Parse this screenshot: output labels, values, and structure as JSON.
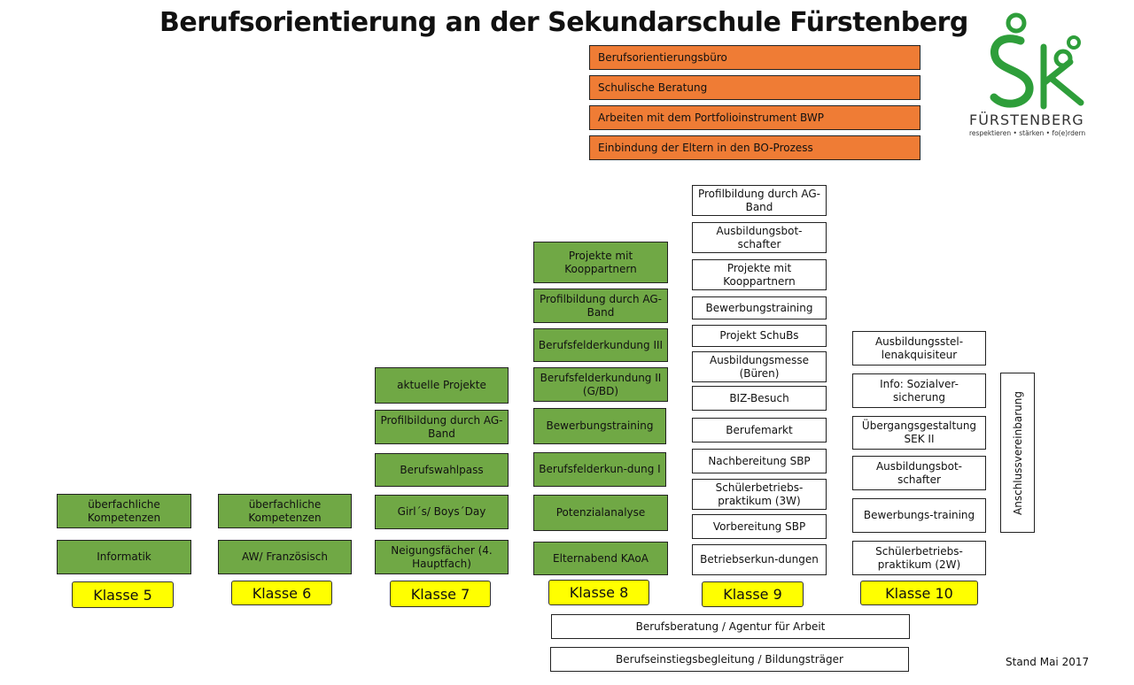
{
  "title": "Berufsorientierung an der Sekundarschule Fürstenberg",
  "logo": {
    "name": "FÜRSTENBERG",
    "tagline": "respektieren • stärken • fo(e)rdern",
    "colors": {
      "green": "#2e9e3a"
    }
  },
  "orange_items": [
    "Berufsorientierungsbüro",
    "Schulische Beratung",
    "Arbeiten mit dem Portfolioinstrument BWP",
    "Einbindung der Eltern in den BO-Prozess"
  ],
  "klasse5": [
    "überfachliche Kompetenzen",
    "Informatik"
  ],
  "klasse6": [
    "überfachliche Kompetenzen",
    "AW/ Französisch"
  ],
  "klasse7": [
    "aktuelle Projekte",
    "Profilbildung durch AG-Band",
    "Berufswahlpass",
    "Girl´s/ Boys´Day",
    "Neigungsfächer (4. Hauptfach)"
  ],
  "klasse8": [
    "Projekte mit Kooppartnern",
    "Profilbildung durch AG-Band",
    "Berufsfelderkundung III",
    "Berufsfelderkundung II (G/BD)",
    "Bewerbungstraining",
    "Berufsfelderkun-dung I",
    "Potenzialanalyse",
    "Elternabend KAoA"
  ],
  "klasse9": [
    "Profilbildung durch AG-Band",
    "Ausbildungsbot-schafter",
    "Projekte mit Kooppartnern",
    "Bewerbungstraining",
    "Projekt SchuBs",
    "Ausbildungsmesse (Büren)",
    "BIZ-Besuch",
    "Berufemarkt",
    "Nachbereitung SBP",
    "Schülerbetriebs-praktikum (3W)",
    "Vorbereitung SBP",
    "Betriebserkun-dungen"
  ],
  "klasse10": [
    "Ausbildungsstel-lenakquisiteur",
    "Info: Sozialver-sicherung",
    "Übergangsgestaltung SEK II",
    "Ausbildungsbot-schafter",
    "Bewerbungs-training",
    "Schülerbetriebs-praktikum (2W)"
  ],
  "vertical_label": "Anschlussvereinbarung",
  "klassen": [
    "Klasse 5",
    "Klasse 6",
    "Klasse 7",
    "Klasse 8",
    "Klasse 9",
    "Klasse 10"
  ],
  "bottom_items": [
    "Berufsberatung / Agentur für Arbeit",
    "Berufseinstiegsbegleitung / Bildungsträger"
  ],
  "stand": "Stand Mai 2017",
  "colors": {
    "green": "#70a845",
    "orange": "#ef7c35",
    "yellow": "#ffff00"
  }
}
